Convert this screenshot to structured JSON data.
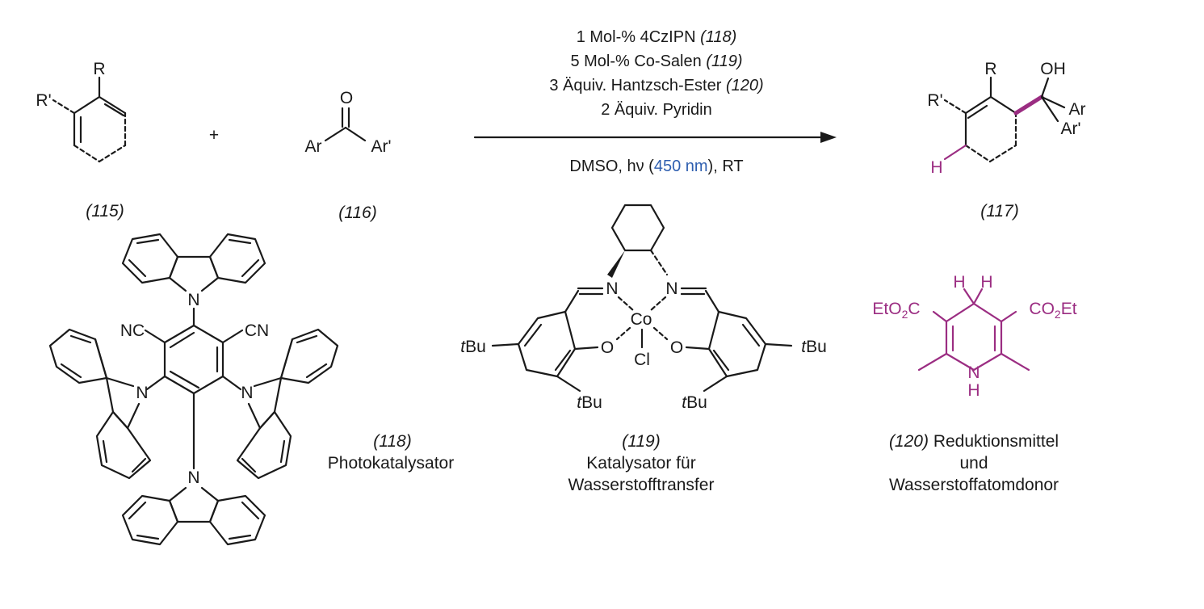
{
  "conditions": {
    "line1": {
      "main": "1 Mol-% 4CzIPN",
      "ref": "(118)"
    },
    "line2": {
      "main": "5 Mol-% Co-Salen",
      "ref": "(119)"
    },
    "line3": {
      "main": "3 Äquiv. Hantzsch-Ester",
      "ref": "(120)"
    },
    "line4": {
      "main": "2 Äquiv. Pyridin"
    },
    "line5": {
      "pre": "DMSO, hν (",
      "wavelength": "450 nm",
      "post": "), RT"
    }
  },
  "plus": "+",
  "reactant_115": {
    "ref": "(115)",
    "R": "R",
    "Rp": "R'"
  },
  "reactant_116": {
    "ref": "(116)",
    "O": "O",
    "Ar": "Ar",
    "Arp": "Ar'"
  },
  "product_117": {
    "ref": "(117)",
    "R": "R",
    "Rp": "R'",
    "OH": "OH",
    "Ar": "Ar",
    "Arp": "Ar'",
    "H": "H"
  },
  "cat_118": {
    "ref": "(118)",
    "caption": "Photokatalysator",
    "nc": "NC",
    "cn": "CN",
    "N": "N"
  },
  "cat_119": {
    "ref": "(119)",
    "caption1": "Katalysator für",
    "caption2": "Wasserstofftransfer",
    "Co": "Co",
    "Cl": "Cl",
    "N": "N",
    "O": "O",
    "t": "t",
    "Bu": "Bu"
  },
  "reagent_120": {
    "ref": "(120)",
    "caption1": "Reduktionsmittel",
    "caption2": "und",
    "caption3": "Wasserstoffatomdonor",
    "EtO": "EtO",
    "C": "C",
    "CO": "CO",
    "Et": "Et",
    "two": "2",
    "H": "H",
    "N": "N"
  },
  "colors": {
    "ink": "#1a1a1a",
    "highlight": "#9b2d82",
    "wavelength": "#2f5fb0"
  }
}
